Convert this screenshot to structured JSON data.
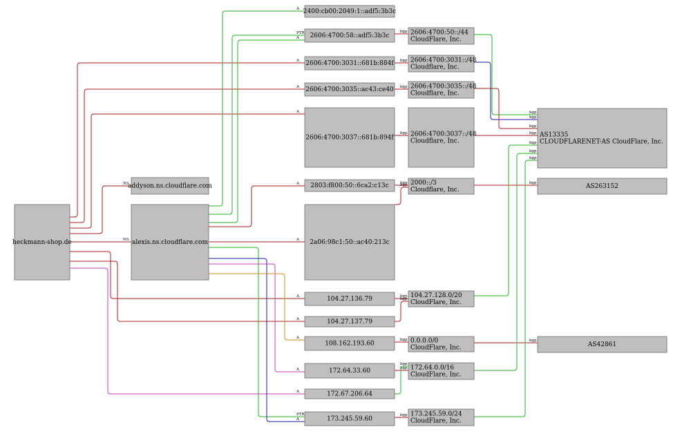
{
  "colors": {
    "red": "#b21e1e",
    "green": "#22b522",
    "magenta": "#c23ec2",
    "orange": "#d08a1e",
    "blue": "#1e1eb2",
    "node_fill": "#c0bebf",
    "node_border": "#6a6a6a"
  },
  "nodes": [
    {
      "id": "domain",
      "lines": [
        "heckmann-shop.de"
      ]
    },
    {
      "id": "ns1",
      "lines": [
        "addyson.ns.cloudflare.com"
      ]
    },
    {
      "id": "ns2",
      "lines": [
        "alexis.ns.cloudflare.com"
      ]
    },
    {
      "id": "ip_2400",
      "lines": [
        "2400:cb00:2049:1::adf5:3b3c"
      ]
    },
    {
      "id": "ip_2606_58",
      "lines": [
        "2606:4700:58::adf5:3b3c"
      ]
    },
    {
      "id": "ip_3031",
      "lines": [
        "2606:4700:3031::681b:884f"
      ]
    },
    {
      "id": "ip_3035",
      "lines": [
        "2606:4700:3035::ac43:ce40"
      ]
    },
    {
      "id": "ip_3037",
      "lines": [
        "2606:4700:3037::681b:894f"
      ]
    },
    {
      "id": "ip_2803",
      "lines": [
        "2803:f800:50::6ca2:c13c"
      ]
    },
    {
      "id": "ip_2a06",
      "lines": [
        "2a06:98c1:50::ac40:213c"
      ]
    },
    {
      "id": "ip_104_136",
      "lines": [
        "104.27.136.79"
      ]
    },
    {
      "id": "ip_104_137",
      "lines": [
        "104.27.137.79"
      ]
    },
    {
      "id": "ip_108",
      "lines": [
        "108.162.193.60"
      ]
    },
    {
      "id": "ip_172_64",
      "lines": [
        "172.64.33.60"
      ]
    },
    {
      "id": "ip_172_67",
      "lines": [
        "172.67.206.64"
      ]
    },
    {
      "id": "ip_173",
      "lines": [
        "173.245.59.60"
      ]
    },
    {
      "id": "pfx_2606_50",
      "lines": [
        "2606:4700:50::/44",
        "CloudFlare, Inc."
      ]
    },
    {
      "id": "pfx_3031",
      "lines": [
        "2606:4700:3031::/48",
        "Cloudflare, Inc."
      ]
    },
    {
      "id": "pfx_3035",
      "lines": [
        "2606:4700:3035::/48",
        "Cloudflare, Inc."
      ]
    },
    {
      "id": "pfx_3037",
      "lines": [
        "2606:4700:3037::/48",
        "Cloudflare, Inc."
      ]
    },
    {
      "id": "pfx_2000",
      "lines": [
        "2000::/3",
        "Cloudflare, Inc."
      ]
    },
    {
      "id": "pfx_104",
      "lines": [
        "104.27.128.0/20",
        "CloudFlare, Inc."
      ]
    },
    {
      "id": "pfx_0",
      "lines": [
        "0.0.0.0/0",
        "CloudFlare, Inc."
      ]
    },
    {
      "id": "pfx_172",
      "lines": [
        "172.64.0.0/16",
        "CloudFlare, Inc."
      ]
    },
    {
      "id": "pfx_173",
      "lines": [
        "173.245.59.0/24",
        "CloudFlare, Inc."
      ]
    },
    {
      "id": "as13335",
      "lines": [
        "AS13335",
        "CLOUDFLARENET-AS CloudFlare, Inc."
      ]
    },
    {
      "id": "as263152",
      "lines": [
        "AS263152"
      ]
    },
    {
      "id": "as42861",
      "lines": [
        "AS42861"
      ]
    }
  ],
  "edges": [
    {
      "from": "domain",
      "to": "ip_3031",
      "label": "A",
      "color": "red"
    },
    {
      "from": "domain",
      "to": "ip_3035",
      "label": "A",
      "color": "red"
    },
    {
      "from": "domain",
      "to": "ip_3037",
      "label": "A",
      "color": "red"
    },
    {
      "from": "domain",
      "to": "ns1",
      "label": "NS",
      "color": "red"
    },
    {
      "from": "domain",
      "to": "ns2",
      "label": "NS",
      "color": "red"
    },
    {
      "from": "domain",
      "to": "ip_104_136",
      "label": "A",
      "color": "red"
    },
    {
      "from": "domain",
      "to": "ip_104_137",
      "label": "A",
      "color": "red"
    },
    {
      "from": "domain",
      "to": "ip_172_67",
      "label": "A",
      "color": "magenta"
    },
    {
      "from": "ns2",
      "to": "ip_2400",
      "label": "A",
      "color": "green"
    },
    {
      "from": "ns2",
      "to": "ip_2606_58",
      "label": "PTR",
      "color": "green"
    },
    {
      "from": "ns2",
      "to": "ip_2606_58",
      "label": "A",
      "color": "green"
    },
    {
      "from": "ns2",
      "to": "ip_2803",
      "label": "A",
      "color": "red"
    },
    {
      "from": "ns2",
      "to": "ip_2a06",
      "label": "A",
      "color": "red"
    },
    {
      "from": "ns2",
      "to": "ip_173",
      "label": "PTR",
      "color": "green"
    },
    {
      "from": "ns2",
      "to": "ip_173",
      "label": "A",
      "color": "blue"
    },
    {
      "from": "ns2",
      "to": "ip_172_64",
      "label": "A",
      "color": "magenta"
    },
    {
      "from": "ns2",
      "to": "ip_108",
      "label": "A",
      "color": "orange"
    },
    {
      "from": "ip_2606_58",
      "to": "pfx_2606_50",
      "label": "bgp",
      "color": "red"
    },
    {
      "from": "ip_3031",
      "to": "pfx_3031",
      "label": "bgp",
      "color": "red"
    },
    {
      "from": "ip_3035",
      "to": "pfx_3035",
      "label": "bgp",
      "color": "red"
    },
    {
      "from": "ip_3037",
      "to": "pfx_3037",
      "label": "bgp",
      "color": "red"
    },
    {
      "from": "ip_2803",
      "to": "pfx_2000",
      "label": "bgp",
      "color": "red"
    },
    {
      "from": "ip_2a06",
      "to": "pfx_2000",
      "label": "bgp",
      "color": "red"
    },
    {
      "from": "ip_104_136",
      "to": "pfx_104",
      "label": "bgp",
      "color": "red"
    },
    {
      "from": "ip_104_137",
      "to": "pfx_104",
      "label": "bgp",
      "color": "red"
    },
    {
      "from": "ip_108",
      "to": "pfx_0",
      "label": "bgp",
      "color": "red"
    },
    {
      "from": "ip_172_64",
      "to": "pfx_172",
      "label": "bgp",
      "color": "red"
    },
    {
      "from": "ip_172_67",
      "to": "pfx_172",
      "label": "bgp",
      "color": "green"
    },
    {
      "from": "ip_173",
      "to": "pfx_173",
      "label": "bgp",
      "color": "red"
    },
    {
      "from": "pfx_2606_50",
      "to": "as13335",
      "label": "bgp",
      "color": "green"
    },
    {
      "from": "pfx_3031",
      "to": "as13335",
      "label": "bgp",
      "color": "blue"
    },
    {
      "from": "pfx_3035",
      "to": "as13335",
      "label": "bgp",
      "color": "red"
    },
    {
      "from": "pfx_3037",
      "to": "as13335",
      "label": "bgp",
      "color": "red"
    },
    {
      "from": "pfx_2000",
      "to": "as263152",
      "label": "bgp",
      "color": "red"
    },
    {
      "from": "pfx_104",
      "to": "as13335",
      "label": "bgp",
      "color": "green"
    },
    {
      "from": "pfx_0",
      "to": "as42861",
      "label": "bgp",
      "color": "red"
    },
    {
      "from": "pfx_172",
      "to": "as13335",
      "label": "bgp",
      "color": "green"
    },
    {
      "from": "pfx_173",
      "to": "as13335",
      "label": "bgp",
      "color": "green"
    }
  ]
}
